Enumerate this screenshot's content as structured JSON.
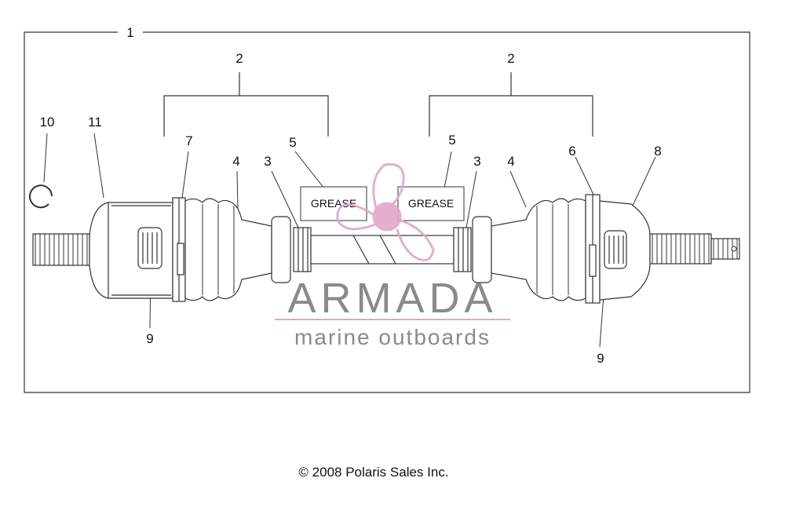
{
  "callouts": {
    "c1": "1",
    "c2a": "2",
    "c2b": "2",
    "c3a": "3",
    "c3b": "3",
    "c4a": "4",
    "c4b": "4",
    "c5a": "5",
    "c5b": "5",
    "c6": "6",
    "c7": "7",
    "c8": "8",
    "c9a": "9",
    "c9b": "9",
    "c10": "10",
    "c11": "11"
  },
  "grease_labels": {
    "left": "GREASE",
    "right": "GREASE"
  },
  "watermark": {
    "title": "ARMADA",
    "subtitle": "marine outboards",
    "accent_color": "#e3a6c9",
    "text_color": "#8a8a8a"
  },
  "copyright": "© 2008 Polaris Sales Inc.",
  "icons": {
    "logo": "propeller-logo-icon"
  }
}
